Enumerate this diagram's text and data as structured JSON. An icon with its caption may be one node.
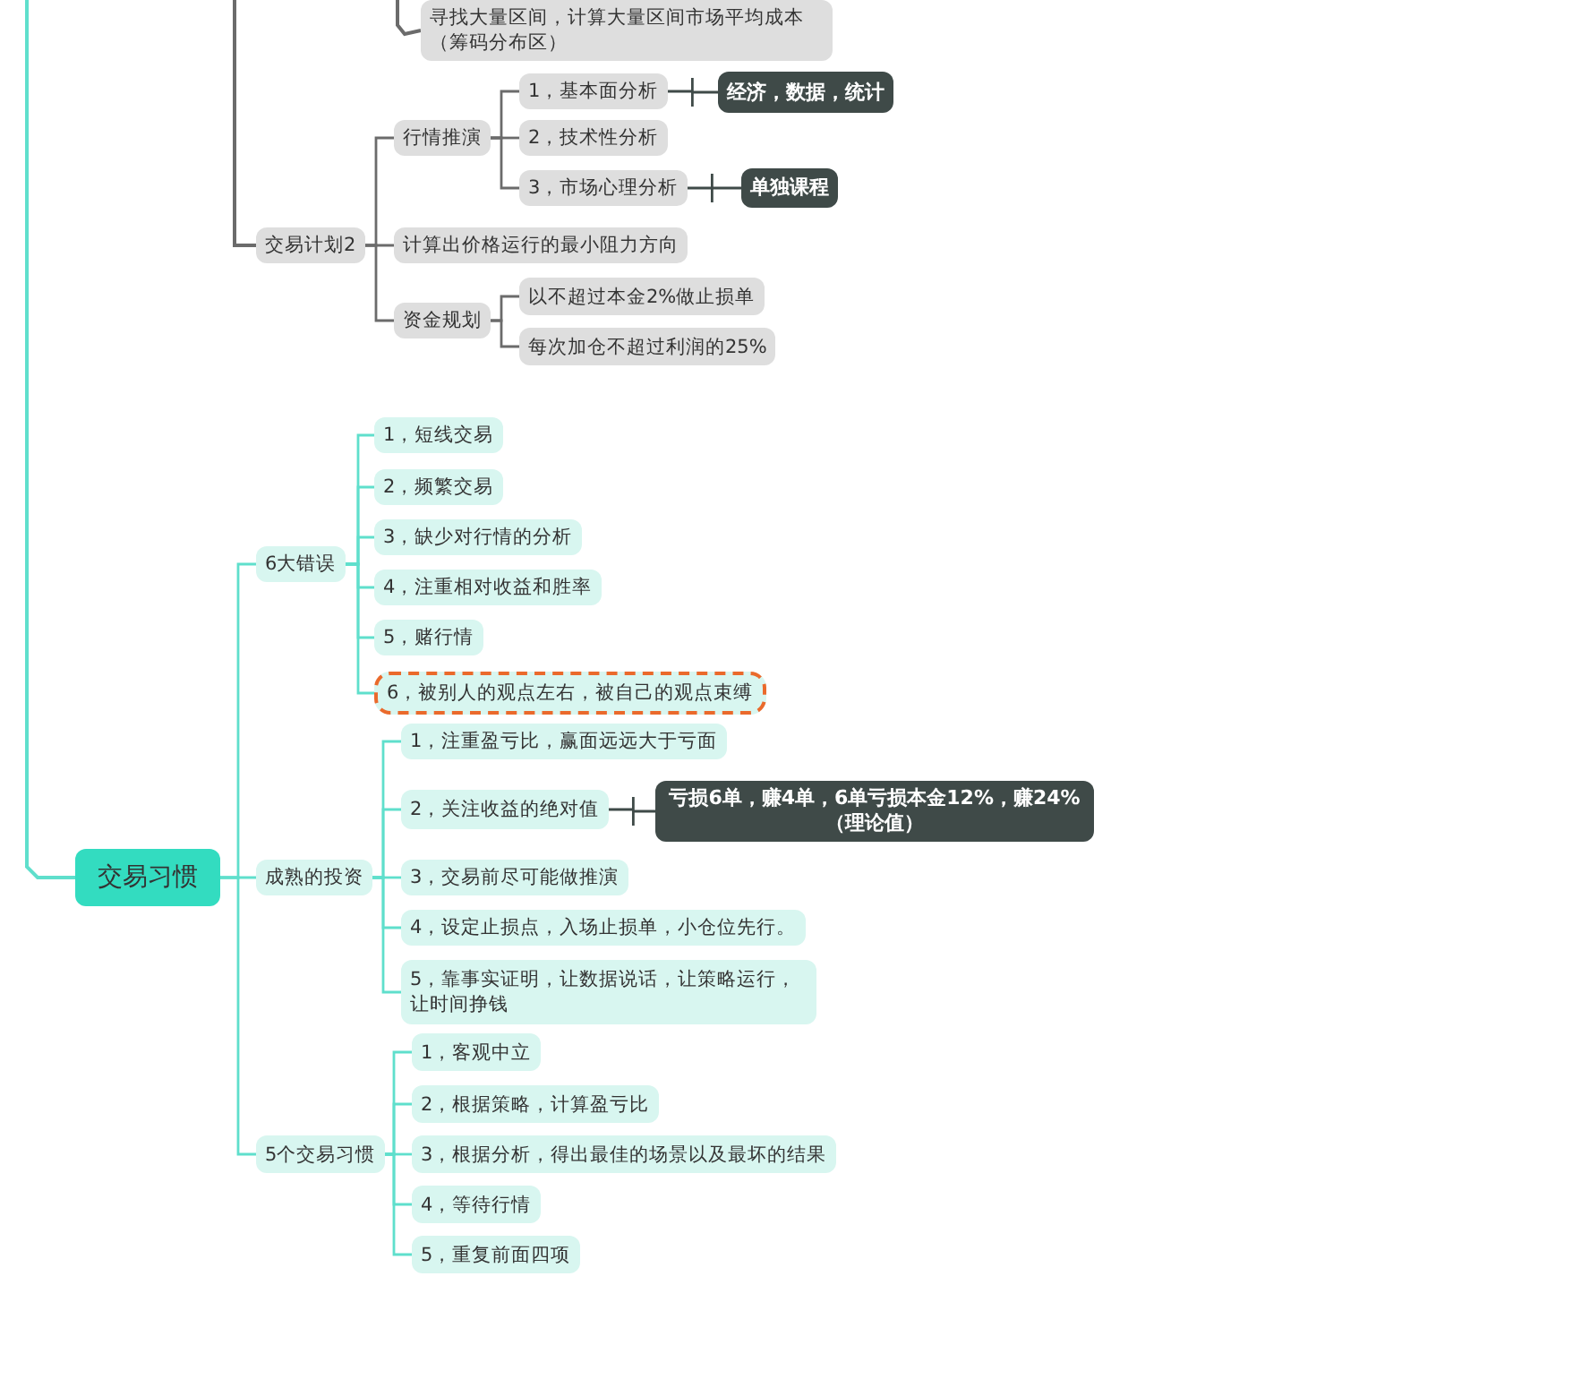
{
  "diagram": {
    "nodes": [
      {
        "text": [
          "寻找大量区间，计算大量区间市场平均成本（筹码分布区）"
        ]
      },
      {
        "text": [
          "交易计划2"
        ]
      },
      {
        "text": [
          "行情推演"
        ]
      },
      {
        "text": [
          "1，基本面分析"
        ]
      },
      {
        "text": [
          "2，技术性分析"
        ]
      },
      {
        "text": [
          "3，市场心理分析"
        ]
      },
      {
        "text": [
          "计算出价格运行的最小阻力方向"
        ]
      },
      {
        "text": [
          "资金规划"
        ]
      },
      {
        "text": [
          "以不超过本金2%做止损单"
        ]
      },
      {
        "text": [
          "每次加仓不超过利润的25%"
        ]
      },
      {
        "text": [
          "经济，数据，统计"
        ]
      },
      {
        "text": [
          "单独课程"
        ]
      },
      {
        "text": [
          "交易习惯"
        ]
      },
      {
        "text": [
          "6大错误"
        ]
      },
      {
        "text": [
          "1，短线交易"
        ]
      },
      {
        "text": [
          "2，频繁交易"
        ]
      },
      {
        "text": [
          "3，缺少对行情的分析"
        ]
      },
      {
        "text": [
          "4，注重相对收益和胜率"
        ]
      },
      {
        "text": [
          "5，赌行情"
        ]
      },
      {
        "text": [
          "6，被别人的观点左右，被自己的观点束缚"
        ]
      },
      {
        "text": [
          "成熟的投资"
        ]
      },
      {
        "text": [
          "1，注重盈亏比，赢面远远大于亏面"
        ]
      },
      {
        "text": [
          "2，关注收益的绝对值"
        ]
      },
      {
        "text": [
          "3，交易前尽可能做推演"
        ]
      },
      {
        "text": [
          "4，设定止损点，入场止损单，小仓位先行。"
        ]
      },
      {
        "text": [
          "5，靠事实证明，让数据说话，让策略运行，让时间挣钱"
        ]
      },
      {
        "text": [
          "亏损6单，赚4单，6单亏损本金12%，赚24%（理论值）"
        ]
      },
      {
        "text": [
          "5个交易习惯"
        ]
      },
      {
        "text": [
          "1，客观中立"
        ]
      },
      {
        "text": [
          "2，根据策略，计算盈亏比"
        ]
      },
      {
        "text": [
          "3，根据分析，得出最佳的场景以及最坏的结果"
        ]
      },
      {
        "text": [
          "4，等待行情"
        ]
      },
      {
        "text": [
          "5，重复前面四项"
        ]
      }
    ],
    "edges": [
      {
        "from": null,
        "to": 0,
        "arrow": "none",
        "color": "#6b6b6b"
      },
      {
        "from": null,
        "to": 1,
        "arrow": "none",
        "color": "#6b6b6b"
      },
      {
        "from": 1,
        "to": 2,
        "arrow": "none",
        "color": "#6b6b6b"
      },
      {
        "from": 1,
        "to": 6,
        "arrow": "none",
        "color": "#6b6b6b"
      },
      {
        "from": 1,
        "to": 7,
        "arrow": "none",
        "color": "#6b6b6b"
      },
      {
        "from": 2,
        "to": 3,
        "arrow": "none",
        "color": "#6b6b6b"
      },
      {
        "from": 2,
        "to": 4,
        "arrow": "none",
        "color": "#6b6b6b"
      },
      {
        "from": 2,
        "to": 5,
        "arrow": "none",
        "color": "#6b6b6b"
      },
      {
        "from": 7,
        "to": 8,
        "arrow": "none",
        "color": "#6b6b6b"
      },
      {
        "from": 7,
        "to": 9,
        "arrow": "none",
        "color": "#6b6b6b"
      },
      {
        "from": 3,
        "to": 10,
        "arrow": "none",
        "color": "#3f4a48"
      },
      {
        "from": 5,
        "to": 11,
        "arrow": "none",
        "color": "#3f4a48"
      },
      {
        "from": null,
        "to": 12,
        "arrow": "none"
      },
      {
        "from": 12,
        "to": 13,
        "arrow": "none"
      },
      {
        "from": 12,
        "to": 20,
        "arrow": "none"
      },
      {
        "from": 12,
        "to": 27,
        "arrow": "none"
      },
      {
        "from": 13,
        "to": 14,
        "arrow": "none"
      },
      {
        "from": 13,
        "to": 15,
        "arrow": "none"
      },
      {
        "from": 13,
        "to": 16,
        "arrow": "none"
      },
      {
        "from": 13,
        "to": 17,
        "arrow": "none"
      },
      {
        "from": 13,
        "to": 18,
        "arrow": "none"
      },
      {
        "from": 13,
        "to": 19,
        "arrow": "none"
      },
      {
        "from": 20,
        "to": 21,
        "arrow": "none"
      },
      {
        "from": 20,
        "to": 22,
        "arrow": "none"
      },
      {
        "from": 20,
        "to": 23,
        "arrow": "none"
      },
      {
        "from": 20,
        "to": 24,
        "arrow": "none"
      },
      {
        "from": 20,
        "to": 25,
        "arrow": "none"
      },
      {
        "from": 22,
        "to": 26,
        "arrow": "none",
        "color": "#3f4a48"
      },
      {
        "from": 27,
        "to": 28,
        "arrow": "none"
      },
      {
        "from": 27,
        "to": 29,
        "arrow": "none"
      },
      {
        "from": 27,
        "to": 30,
        "arrow": "none"
      },
      {
        "from": 27,
        "to": 31,
        "arrow": "none"
      },
      {
        "from": 27,
        "to": 32,
        "arrow": "none"
      }
    ]
  }
}
